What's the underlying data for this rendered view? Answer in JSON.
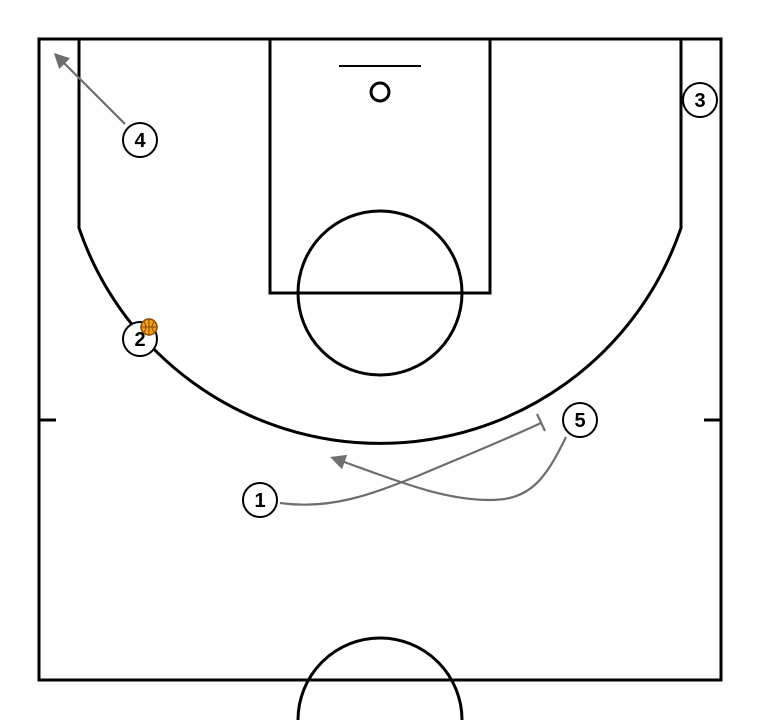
{
  "colors": {
    "court_lines": "#000000",
    "movement_lines": "#6e6e6e",
    "ball_fill": "#f0a020",
    "ball_seams": "#8a4a00",
    "background": "#ffffff"
  },
  "players": [
    {
      "id": "p1",
      "label": "1"
    },
    {
      "id": "p2",
      "label": "2",
      "has_ball": true
    },
    {
      "id": "p3",
      "label": "3"
    },
    {
      "id": "p4",
      "label": "4"
    },
    {
      "id": "p5",
      "label": "5"
    }
  ],
  "actions": [
    {
      "type": "cut",
      "player": "4",
      "ends_with": "arrow"
    },
    {
      "type": "cut",
      "player": "1",
      "ends_with": "screen"
    },
    {
      "type": "cut",
      "player": "5",
      "ends_with": "arrow"
    }
  ]
}
